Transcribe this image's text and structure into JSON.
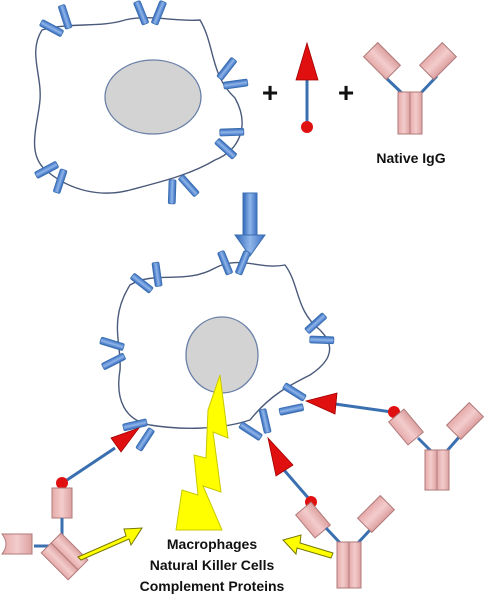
{
  "labels": {
    "plus_1": "+",
    "plus_2": "+",
    "native_igg": "Native IgG",
    "effector_1": "Macrophages",
    "effector_2": "Natural Killer Cells",
    "effector_3": "Complement Proteins"
  },
  "colors": {
    "receptor_blue": "#5b8fd6",
    "nucleus_gray": "#d3d3d3",
    "antibody_pink": "#e8b4b4",
    "arrow_red": "#e01010",
    "linker_blue": "#3a6fb0",
    "lightning_yellow": "#ffff00"
  }
}
